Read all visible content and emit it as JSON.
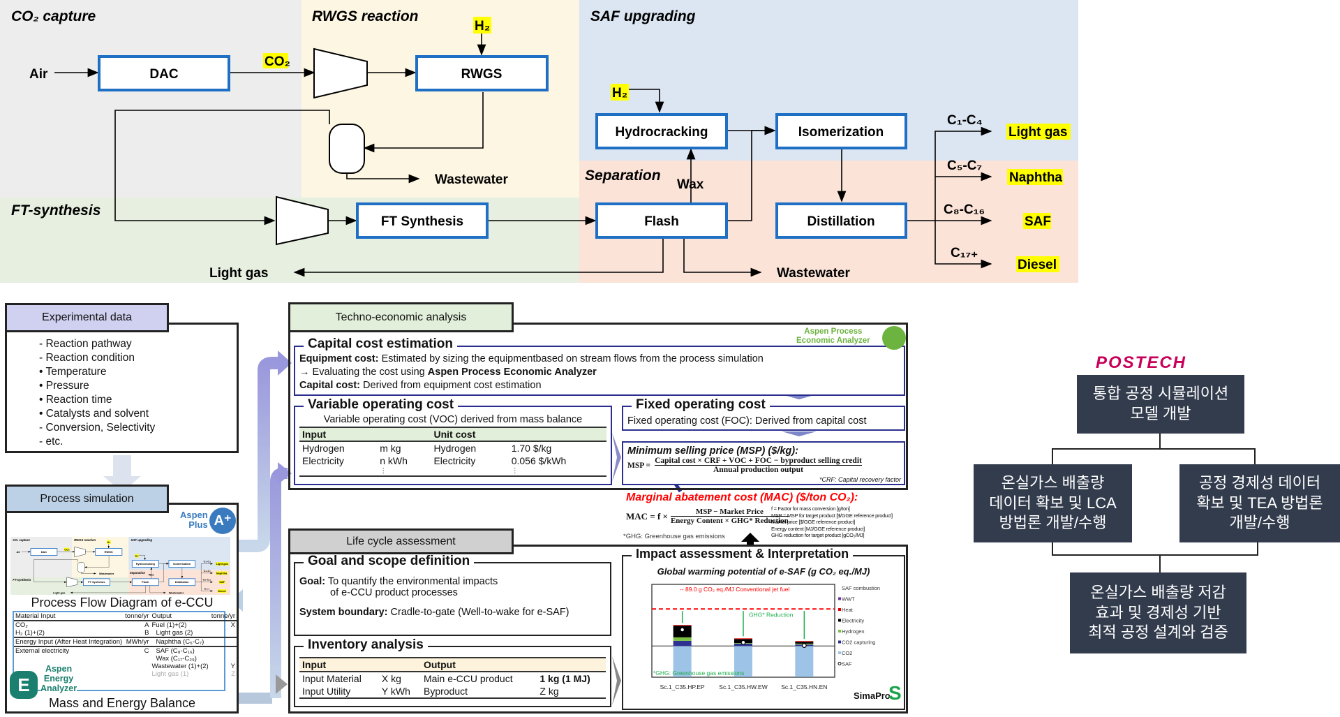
{
  "pfd": {
    "regions": {
      "co2_capture": "CO₂ capture",
      "rwgs": "RWGS reaction",
      "saf_upgrading": "SAF upgrading",
      "separation": "Separation",
      "ft_synthesis": "FT-synthesis"
    },
    "units": {
      "dac": "DAC",
      "rwgs": "RWGS",
      "hydrocracking": "Hydrocracking",
      "isomerization": "Isomerization",
      "ft": "FT Synthesis",
      "flash": "Flash",
      "distillation": "Distillation"
    },
    "streams": {
      "air": "Air",
      "co2": "CO₂",
      "h2_a": "H₂",
      "h2_b": "H₂",
      "wastewater_a": "Wastewater",
      "wax": "Wax",
      "light_gas_recycle": "Light gas",
      "wastewater_b": "Wastewater"
    },
    "products": [
      {
        "range": "C₁-C₄",
        "name": "Light gas"
      },
      {
        "range": "C₅-C₇",
        "name": "Naphtha"
      },
      {
        "range": "C₈-C₁₆",
        "name": "SAF"
      },
      {
        "range": "C₁₇₊",
        "name": "Diesel"
      }
    ],
    "colors": {
      "box_border": "#1f6fc5",
      "highlight": "#ffff00",
      "co2_region": "#ededed",
      "rwgs_region": "#fdf6e2",
      "saf_region": "#dce5f2",
      "sep_region": "#fbe3d8",
      "ft_region": "#e7efe0"
    }
  },
  "experimental": {
    "header": "Experimental data",
    "items": [
      "- Reaction pathway",
      "- Reaction condition",
      "• Temperature",
      "• Pressure",
      "• Reaction time",
      "• Catalysts and solvent",
      "- Conversion, Selectivity",
      "- etc."
    ]
  },
  "process_sim": {
    "header": "Process simulation",
    "aspen_plus": [
      "Aspen",
      "Plus"
    ],
    "pfd_caption": "Process Flow Diagram of e-CCU",
    "mass_caption": "Mass and Energy Balance",
    "aspen_energy": [
      "Aspen",
      "Energy",
      "Analyzer"
    ],
    "mass_table": [
      [
        "Material Input",
        "tonne/yr",
        "Output",
        "tonne/yr"
      ],
      [
        "CO₂",
        "A",
        "Fuel (1)+(2)",
        "X"
      ],
      [
        "H₂ (1)+(2)",
        "B",
        "Light gas (2)",
        ""
      ],
      [
        "Energy Input (After Heat Integration)",
        "MWh/yr",
        "Naphtha (C₅-C₇)",
        ""
      ],
      [
        "External electricity",
        "C",
        "SAF (C₈-C₁₆)",
        ""
      ],
      [
        "",
        "",
        "Wax (C₁₇-C₂₉)",
        ""
      ],
      [
        "",
        "",
        "Wastewater (1)+(2)",
        "Y"
      ],
      [
        "",
        "",
        "Light gas (1)",
        "Z"
      ]
    ]
  },
  "tea": {
    "header": "Techno-economic analysis",
    "apea": [
      "Aspen Process",
      "Economic Analyzer"
    ],
    "capital": {
      "title": "Capital cost estimation",
      "eq_label": "Equipment cost:",
      "eq_text": "Estimated by sizing the equipmentbased on stream flows from the process simulation",
      "eval_pre": "→ Evaluating the cost using ",
      "eval_bold": "Aspen Process Economic Analyzer",
      "cap_label": "Capital cost:",
      "cap_text": "Derived from equipment cost estimation"
    },
    "voc": {
      "title": "Variable operating cost",
      "desc": "Variable operating cost (VOC) derived from mass balance",
      "headers": [
        "Input",
        "",
        "Unit cost",
        ""
      ],
      "rows": [
        [
          "Hydrogen",
          "m kg",
          "Hydrogen",
          "1.70 $/kg"
        ],
        [
          "Electricity",
          "n kWh",
          "Electricity",
          "0.056 $/kWh"
        ]
      ],
      "ellipsis": "⋮"
    },
    "foc": {
      "title": "Fixed operating cost",
      "desc": "Fixed operating cost (FOC): Derived from capital cost"
    },
    "msp": {
      "title": "Minimum selling price (MSP) ($/kg):",
      "lhs": "MSP =",
      "num": "Capital cost × CRF + VOC + FOC − byproduct selling credit",
      "den": "Annual production output",
      "note": "*CRF: Capital recovery factor"
    },
    "mac": {
      "title": "Marginal abatement cost (MAC) ($/ton CO₂):",
      "lhs": "MAC = f ×",
      "num": "MSP − Market Price",
      "den": "Energy Content × GHG* Reduction",
      "note": "*GHG: Greenhouse gas emissions",
      "legend": [
        "f = Factor for mass conversion [g/ton]",
        "MSP = MSP for target product [$/GGE reference product]",
        "Market price [$/GGE reference product]",
        "Energy content [MJ/GGE reference product]",
        "GHG reduction for target product [gCO₂/MJ]"
      ]
    }
  },
  "lca": {
    "header": "Life cycle assessment",
    "goal": {
      "title": "Goal and scope definition",
      "goal_label": "Goal:",
      "goal_text1": "To quantify the environmental impacts",
      "goal_text2": "of e-CCU product processes",
      "sb_label": "System boundary:",
      "sb_text": "Cradle-to-gate (Well-to-wake for e-SAF)"
    },
    "inventory": {
      "title": "Inventory analysis",
      "headers": [
        "Input",
        "",
        "Output",
        ""
      ],
      "rows": [
        [
          "Input  Material",
          "X kg",
          "Main e-CCU product",
          "1 kg (1 MJ)"
        ],
        [
          "Input  Utility",
          "Y kWh",
          "Byproduct",
          "Z kg"
        ]
      ]
    },
    "impact": {
      "title": "Impact assessment & Interpretation",
      "simapro": "SimaPro"
    }
  },
  "chart_data": {
    "type": "bar",
    "stacked": true,
    "title": "Global warming potential of e-SAF (g CO₂ eq./MJ)",
    "categories": [
      "Sc.1_C35.HP.EP",
      "Sc.1_C35.HW.EW",
      "Sc.1_C35.HN.EN"
    ],
    "reference_line": {
      "value": 89.0,
      "label": "89.0 g CO₂ eq./MJ Conventional jet fuel",
      "color": "#ff0000"
    },
    "annotation": "GHG* Reduction",
    "footnote": "*GHG: Greenhouse gas emissions",
    "ylim": [
      -75,
      148
    ],
    "grid": false,
    "legend_placement": "right",
    "legend": [
      "SAF combustion",
      "WWT",
      "Heat",
      "Electricity",
      "Hydrogen",
      "CO2 capturing",
      "CO2",
      "SAF"
    ],
    "series": [
      {
        "name": "CO2",
        "color": "#9dc3e6",
        "values": [
          -74.5,
          -74.5,
          -74.5
        ]
      },
      {
        "name": "CO2 capturing",
        "color": "#2e3192",
        "values": [
          12.3,
          5.6,
          3.4
        ]
      },
      {
        "name": "Hydrogen",
        "color": "#7ac143",
        "values": [
          8.4,
          1.5,
          2.2
        ]
      },
      {
        "name": "Electricity",
        "color": "#000000",
        "values": [
          28,
          9.5,
          4.5
        ]
      },
      {
        "name": "Heat",
        "color": "#e00000",
        "values": [
          1.7,
          1.7,
          1.7
        ]
      },
      {
        "name": "WWT",
        "color": "#7030a0",
        "values": [
          0,
          0,
          0
        ]
      }
    ],
    "net": {
      "name": "SAF",
      "values": [
        39,
        8.4,
        1.1
      ]
    }
  },
  "org": {
    "logo": "POSTECH",
    "box1": [
      "통합 공정 시뮬레이션",
      "모델 개발"
    ],
    "box2": [
      "온실가스 배출량",
      "데이터 확보 및 LCA",
      "방법론 개발/수행"
    ],
    "box3": [
      "공정 경제성 데이터",
      "확보 및 TEA 방법론",
      "개발/수행"
    ],
    "box4": [
      "온실가스 배출량 저감",
      "효과 및 경제성 기반",
      "최적 공정 설계와 검증"
    ],
    "logo_color": "#c8005a",
    "box_color": "#333c4d"
  }
}
